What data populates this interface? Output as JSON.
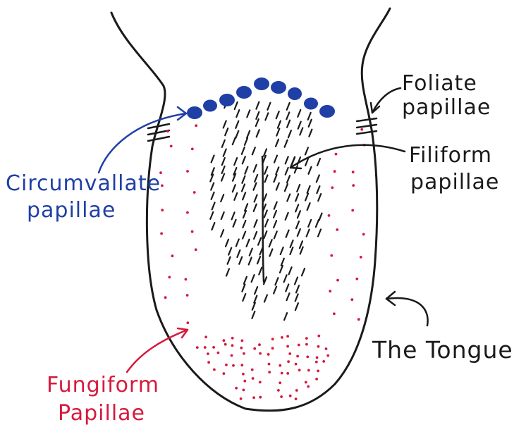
{
  "labels": {
    "foliate_line1": "Foliate",
    "foliate_line2": "papillae",
    "filiform_line1": "Filiform",
    "filiform_line2": "papillae",
    "circumvallate_line1": "Circumvallate",
    "circumvallate_line2": "papillae",
    "fungiform_line1": "Fungiform",
    "fungiform_line2": "Papillae",
    "tongue_title": "The Tongue"
  },
  "colors": {
    "outline": "#1a1a1a",
    "circumvallate": "#1f3fa6",
    "fungiform": "#d7193c",
    "filiform": "#1a1a1a"
  }
}
